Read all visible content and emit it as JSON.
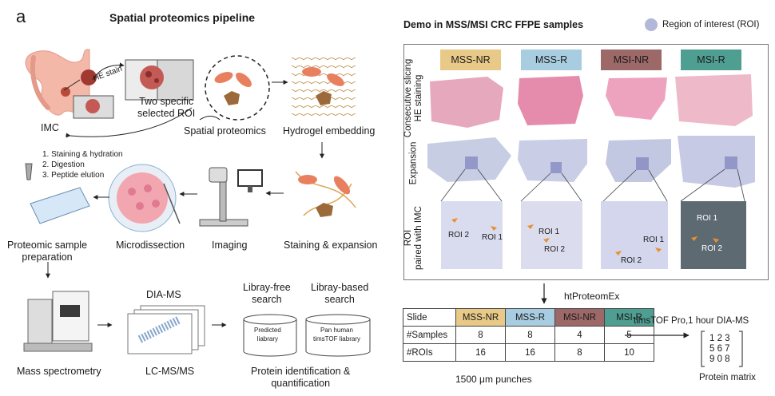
{
  "panel_letter": "a",
  "left": {
    "title": "Spatial proteomics pipeline",
    "he_stain": "HE stain",
    "selected_roi": "Two specific\nselected ROI",
    "imc": "IMC",
    "spatial_proteomics": "Spatial proteomics",
    "hydrogel_embedding": "Hydrogel embedding",
    "steps": [
      "1.  Staining & hydration",
      "2.  Digestion",
      "3.  Peptide elution"
    ],
    "microdissection": "Microdissection",
    "imaging": "Imaging",
    "staining_expansion": "Staining & expansion",
    "proteomic_prep": "Proteomic sample\npreparation",
    "mass_spectrometry": "Mass spectrometry",
    "dia_ms": "DIA-MS",
    "lc_ms": "LC-MS/MS",
    "library_free": "Libray-free\nsearch",
    "library_based": "Libray-based\nsearch",
    "predicted_library": "Predicted\nliabrary",
    "pan_human_library": "Pan human\ntimsTOF liabrary",
    "protein_id": "Protein identification &\nquantification"
  },
  "right": {
    "title": "Demo in MSS/MSI CRC FFPE samples",
    "roi_legend": "Region of interest (ROI)",
    "columns": [
      {
        "label": "MSS-NR",
        "color": "#e8c987"
      },
      {
        "label": "MSS-R",
        "color": "#a8cde0"
      },
      {
        "label": "MSI-NR",
        "color": "#9d6868"
      },
      {
        "label": "MSI-R",
        "color": "#4f9e92"
      }
    ],
    "row_labels": [
      "Consecutive slicing\nHE staining",
      "Expansion",
      "ROI\npaired with IMC"
    ],
    "roi_labels": {
      "mss_nr": [
        "ROI 2",
        "ROI 1"
      ],
      "mss_r": [
        "ROI 1",
        "ROI 2"
      ],
      "msi_nr": [
        "ROI 1",
        "ROI 2"
      ],
      "msi_r": [
        "ROI 1",
        "ROI 2"
      ]
    },
    "htproteomex": "htProteomEx",
    "table": {
      "header": [
        "Slide",
        "MSS-NR",
        "MSS-R",
        "MSI-NR",
        "MSI-R"
      ],
      "rows": [
        [
          "#Samples",
          "8",
          "8",
          "4",
          "5"
        ],
        [
          "#ROIs",
          "16",
          "16",
          "8",
          "10"
        ]
      ]
    },
    "punches": "1500 μm punches",
    "timstof": "timsTOF Pro,1 hour DIA-MS",
    "matrix": [
      "1  2  3",
      "5  6  7",
      "9  0  8"
    ],
    "protein_matrix": "Protein matrix"
  }
}
